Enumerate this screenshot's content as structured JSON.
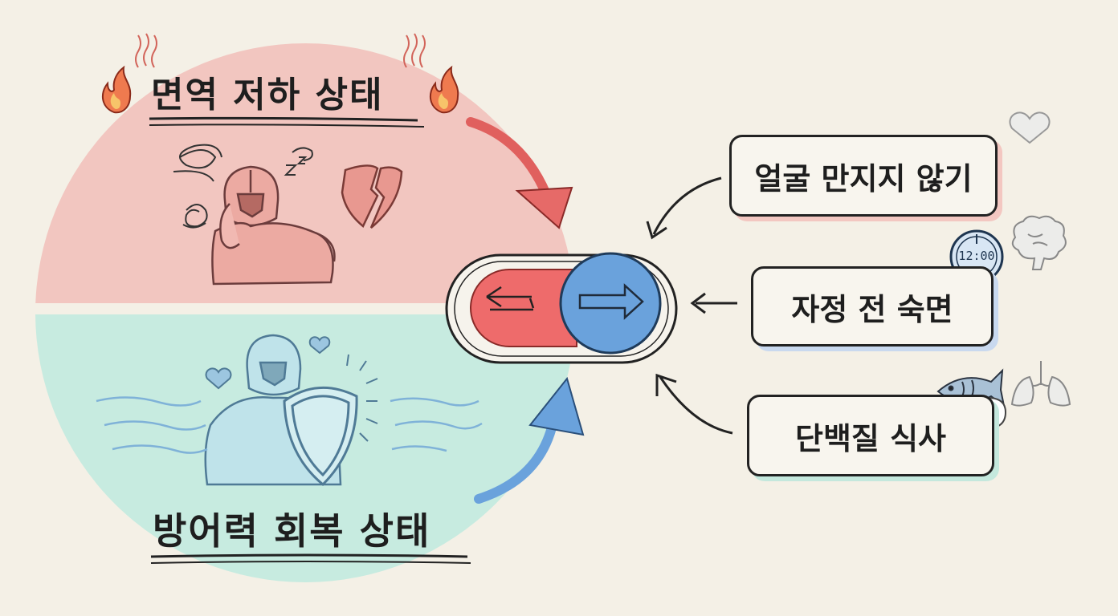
{
  "diagram": {
    "top_state": {
      "title": "면역 저하 상태",
      "color": "#f2c6c0"
    },
    "bottom_state": {
      "title": "방어력 회복 상태",
      "color": "#c7ebe0"
    },
    "toggle": {
      "left_color": "#ee6b6b",
      "right_color": "#6aa2dc"
    },
    "factors": [
      {
        "label": "얼굴 만지지 않기",
        "icon": "heart-icon"
      },
      {
        "label": "자정 전 숙면",
        "icon": "brain-icon",
        "badge": "12:00"
      },
      {
        "label": "단백질 식사",
        "icon": "lungs-icon"
      }
    ]
  }
}
